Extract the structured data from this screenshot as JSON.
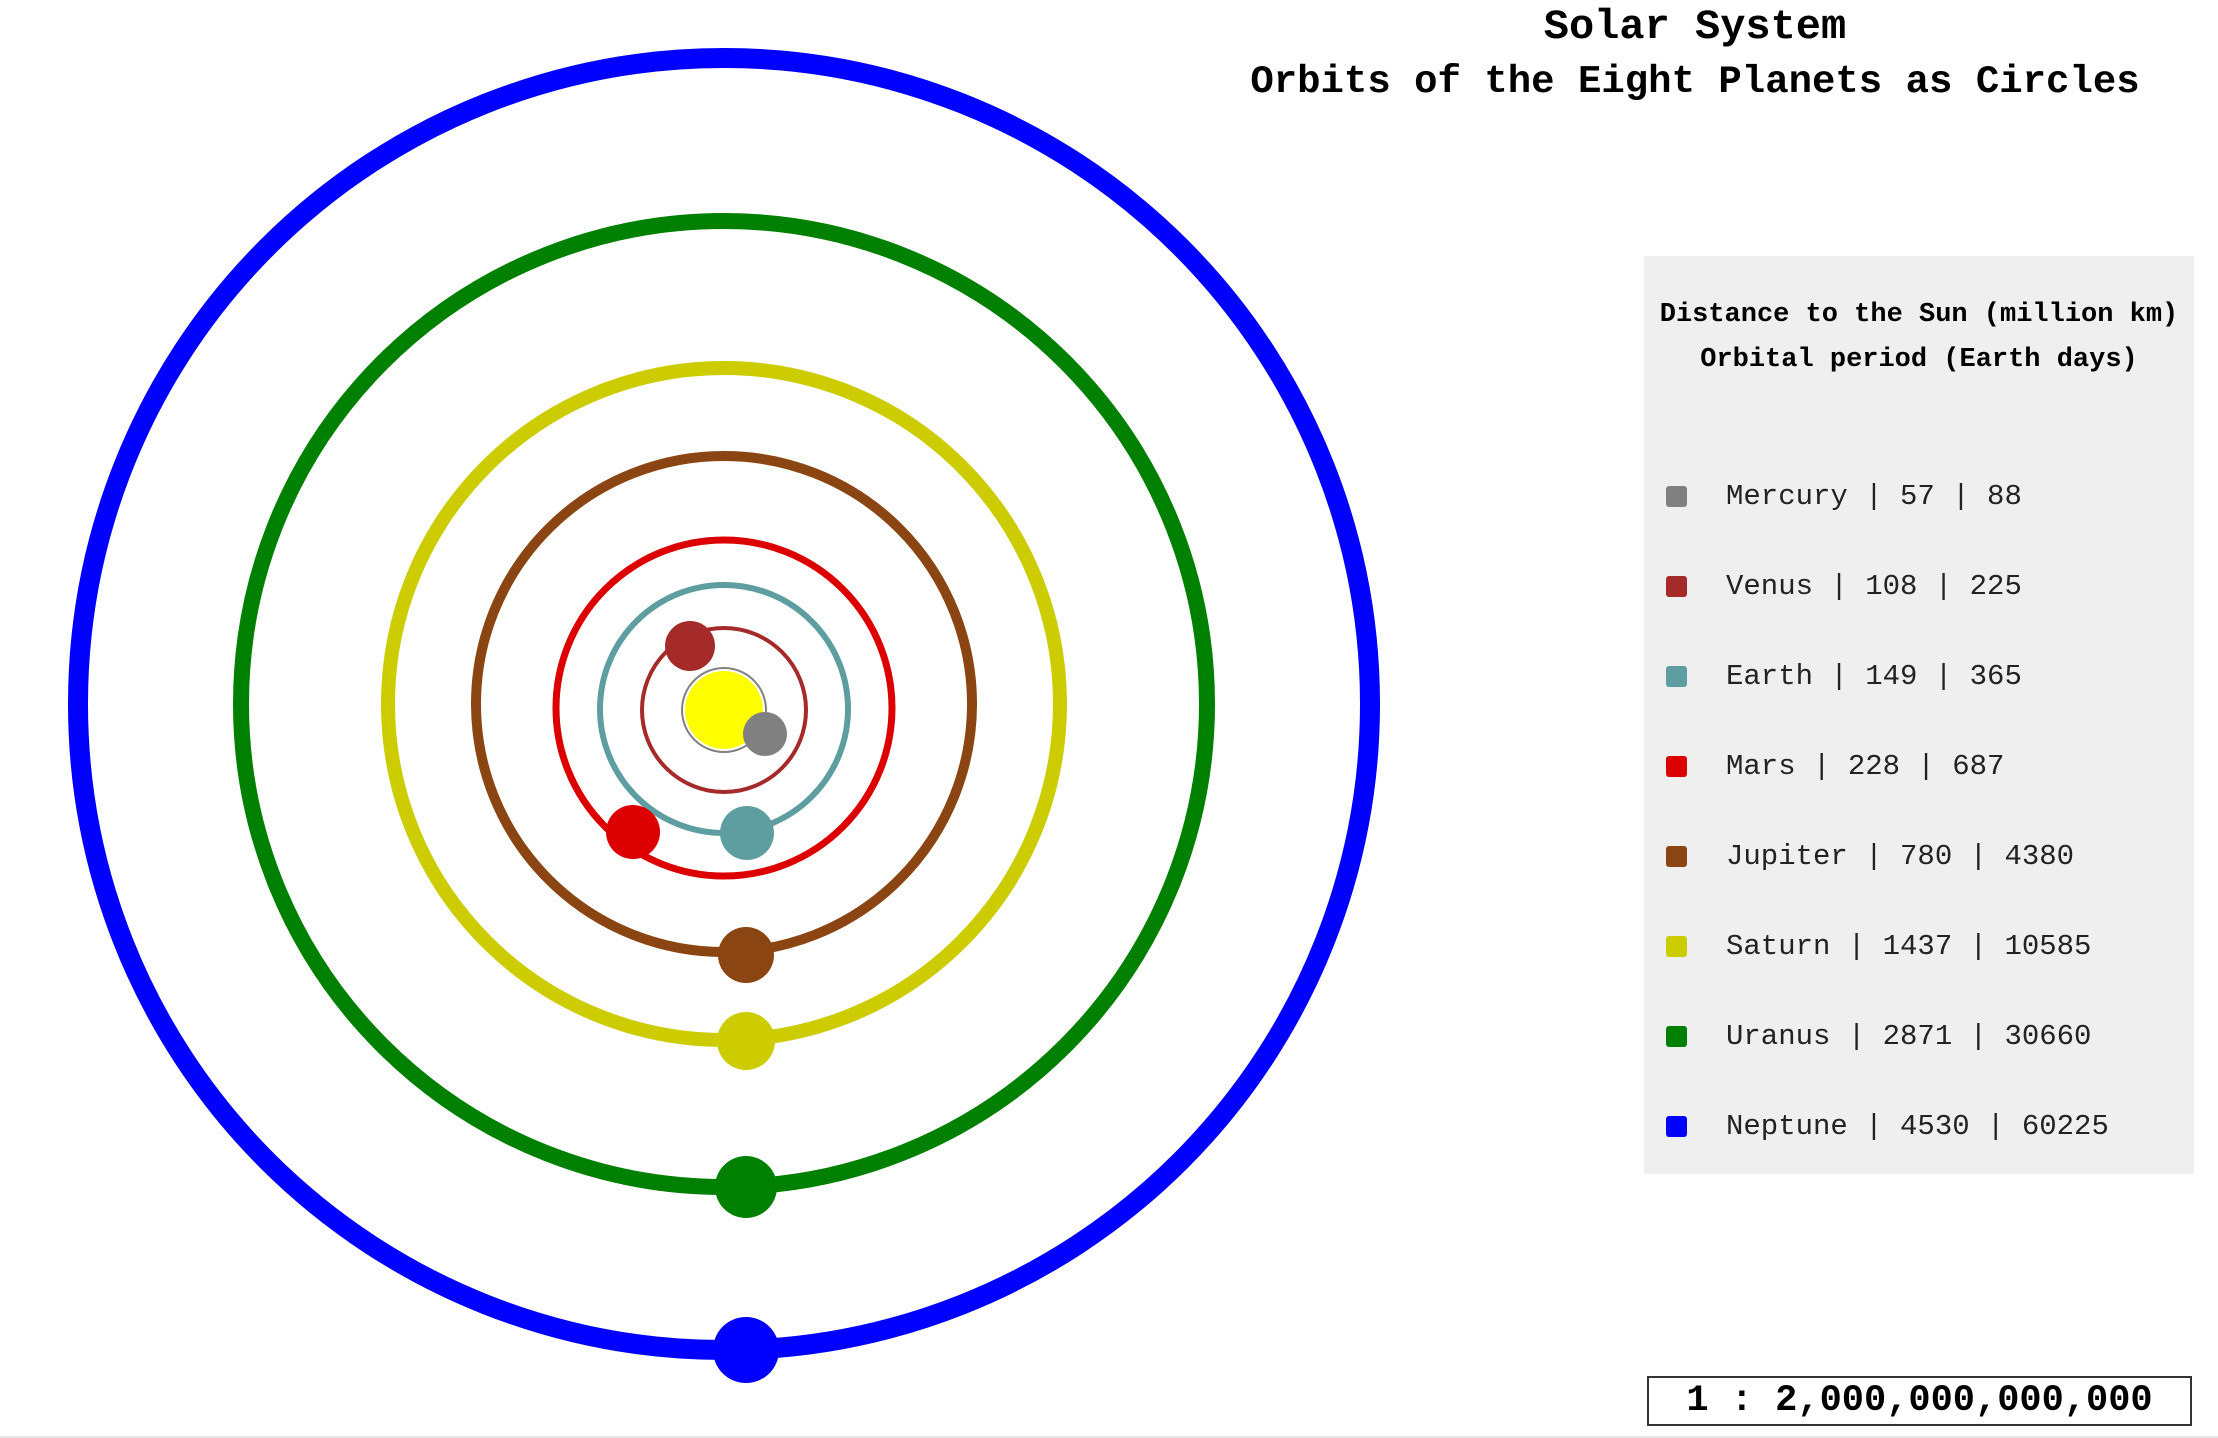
{
  "title": "Solar System",
  "subtitle": "Orbits of the Eight Planets as Circles",
  "legend": {
    "header_line1": "Distance to the Sun (million km)",
    "header_line2": "Orbital period (Earth days)",
    "items": [
      {
        "label": "Mercury | 57 | 88",
        "color": "#808080"
      },
      {
        "label": "Venus | 108 | 225",
        "color": "#a52a2a"
      },
      {
        "label": "Earth | 149 | 365",
        "color": "#5f9ea0"
      },
      {
        "label": "Mars | 228 | 687",
        "color": "#dd0000"
      },
      {
        "label": "Jupiter | 780 | 4380",
        "color": "#8b4513"
      },
      {
        "label": "Saturn | 1437 | 10585",
        "color": "#cccc00"
      },
      {
        "label": "Uranus | 2871 | 30660",
        "color": "#008000"
      },
      {
        "label": "Neptune | 4530 | 60225",
        "color": "#0000ff"
      }
    ]
  },
  "sun_color": "#ffff00",
  "scale_label": "1 : 2,000,000,000,000"
}
